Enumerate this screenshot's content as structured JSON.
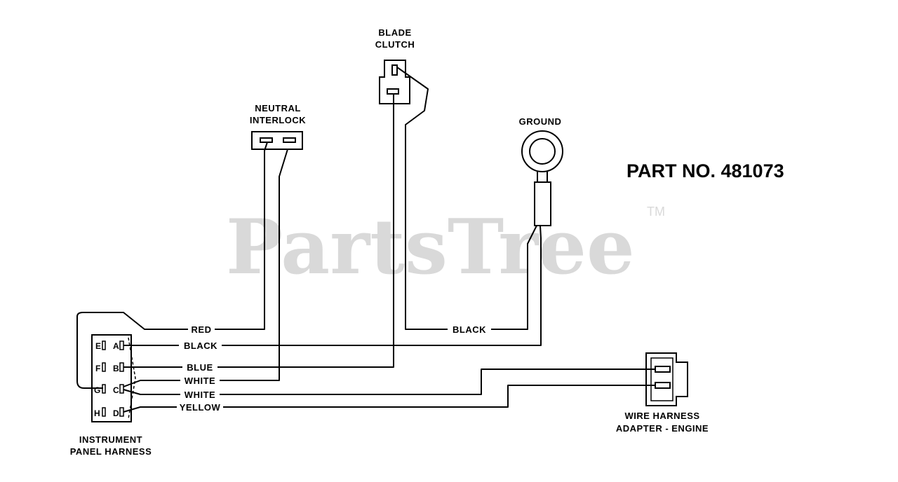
{
  "part_number": "PART NO. 481073",
  "watermark": {
    "brand": "PartsTree",
    "tm": "TM"
  },
  "components": {
    "blade_clutch": {
      "line1": "BLADE",
      "line2": "CLUTCH"
    },
    "neutral_interlock": {
      "line1": "NEUTRAL",
      "line2": "INTERLOCK"
    },
    "ground": {
      "label": "GROUND"
    },
    "instrument_panel_harness": {
      "line1": "INSTRUMENT",
      "line2": "PANEL HARNESS",
      "pins": [
        "E",
        "A",
        "F",
        "B",
        "G",
        "C",
        "H",
        "D"
      ]
    },
    "wire_harness_adapter": {
      "line1": "WIRE HARNESS",
      "line2": "ADAPTER - ENGINE"
    }
  },
  "wires": {
    "red": "RED",
    "black_a": "BLACK",
    "blue": "BLUE",
    "white_1": "WHITE",
    "white_2": "WHITE",
    "yellow": "YELLOW",
    "black_ground": "BLACK"
  }
}
